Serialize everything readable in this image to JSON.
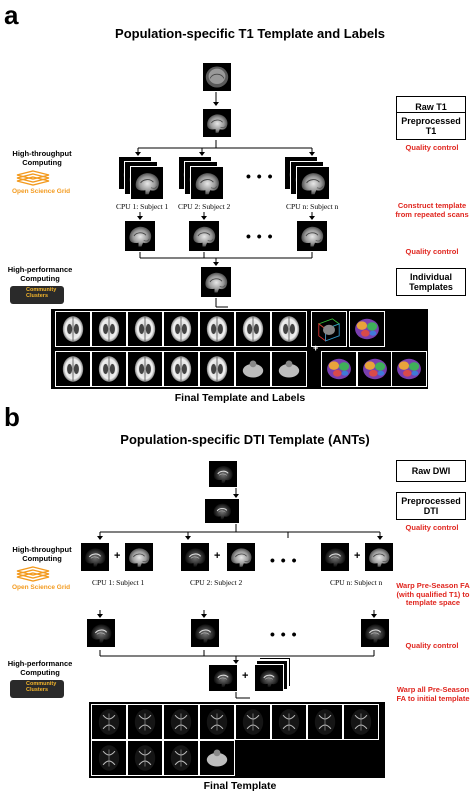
{
  "panel_a": {
    "letter": "a",
    "title": "Population-specific T1 Template and Labels",
    "boxes": {
      "raw": "Raw T1",
      "preprocessed": "Preprocessed T1",
      "individual": "Individual Templates"
    },
    "red_labels": {
      "qc1": "Quality control",
      "construct": "Construct template from repeated scans",
      "qc2": "Quality control"
    },
    "side": {
      "htc": "High-throughput Computing",
      "osg": "Open Science Grid",
      "hpc": "High-performance Computing",
      "cc": "Community Clusters"
    },
    "cpu_labels": [
      "CPU 1: Subject 1",
      "CPU 2: Subject 2",
      "CPU n: Subject n"
    ],
    "dots": "• • •",
    "plus": "+",
    "final": "Final Template and Labels"
  },
  "panel_b": {
    "letter": "b",
    "title": "Population-specific DTI Template (ANTs)",
    "boxes": {
      "raw": "Raw DWI",
      "preprocessed": "Preprocessed DTI"
    },
    "red_labels": {
      "qc1": "Quality control",
      "warp1": "Warp Pre-Season FA (with qualified T1) to template space",
      "qc2": "Quality control",
      "warp2": "Warp all Pre-Season FA to initial template"
    },
    "side": {
      "htc": "High-throughput Computing",
      "osg": "Open Science Grid",
      "hpc": "High-performance Computing",
      "cc": "Community Clusters"
    },
    "cpu_labels": [
      "CPU 1: Subject 1",
      "CPU 2: Subject 2",
      "CPU n: Subject n"
    ],
    "dots": "• • •",
    "plus": "+",
    "final": "Final Template"
  }
}
